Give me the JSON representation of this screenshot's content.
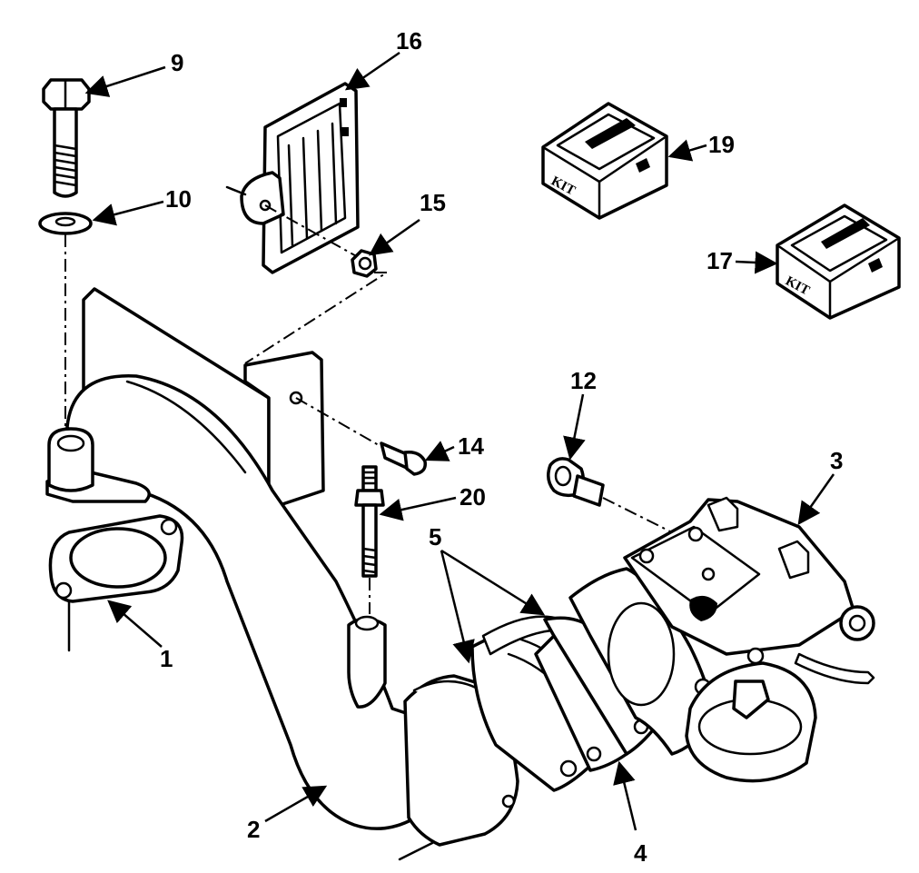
{
  "callouts": {
    "c1": "1",
    "c2": "2",
    "c3": "3",
    "c4": "4",
    "c5": "5",
    "c9": "9",
    "c10": "10",
    "c12": "12",
    "c14": "14",
    "c15": "15",
    "c16": "16",
    "c17": "17",
    "c19": "19",
    "c20": "20"
  },
  "kits": {
    "kit19_label": "KIT",
    "kit17_label": "KIT"
  },
  "colors": {
    "ink": "#000000",
    "paper": "#ffffff"
  }
}
